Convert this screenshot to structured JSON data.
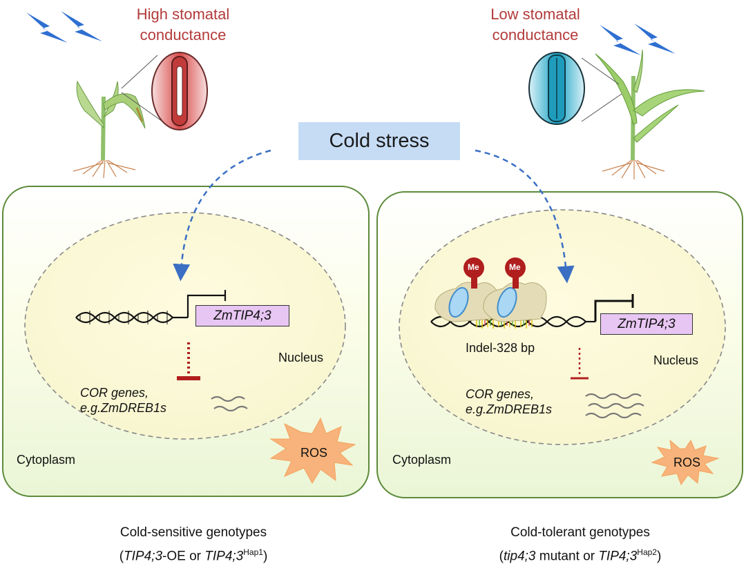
{
  "top": {
    "left_title": [
      "High stomatal",
      "conductance"
    ],
    "right_title": [
      "Low stomatal",
      "conductance"
    ],
    "center_box": "Cold stress"
  },
  "left_cell": {
    "gene_label": "ZmTIP4;3",
    "nucleus_label": "Nucleus",
    "cor_genes": [
      "COR genes,",
      "e.g.ZmDREB1s"
    ],
    "cytoplasm_label": "Cytoplasm",
    "ros_label": "ROS",
    "caption_line1": "Cold-sensitive genotypes",
    "caption_line2": {
      "open": "(",
      "gene1": "TIP4;3",
      "mid": "-OE or ",
      "gene2": "TIP4;3",
      "sup": "Hap1",
      "close": ")"
    }
  },
  "right_cell": {
    "methyl_marks": [
      "Me",
      "Me"
    ],
    "indel_label": "Indel-328 bp",
    "gene_label": "ZmTIP4;3",
    "nucleus_label": "Nucleus",
    "cor_genes": [
      "COR genes,",
      "e.g.ZmDREB1s"
    ],
    "cytoplasm_label": "Cytoplasm",
    "ros_label": "ROS",
    "caption_line1": "Cold-tolerant genotypes",
    "caption_line2": {
      "open": "(",
      "gene1": "tip4;3",
      "mid": " mutant or ",
      "gene2": "TIP4;3",
      "sup": "Hap2",
      "close": ")"
    }
  },
  "colors": {
    "stomata_high": "#e58a8a",
    "stomata_low": "#3bb6d1",
    "lightning": "#2f6fd1",
    "cell_border": "#5c8a3a",
    "inhibit_red": "#b01e1e",
    "cold_box": "#c6dcf5",
    "gene_box": "#e8c6f3",
    "ros": "#f7b37b"
  }
}
